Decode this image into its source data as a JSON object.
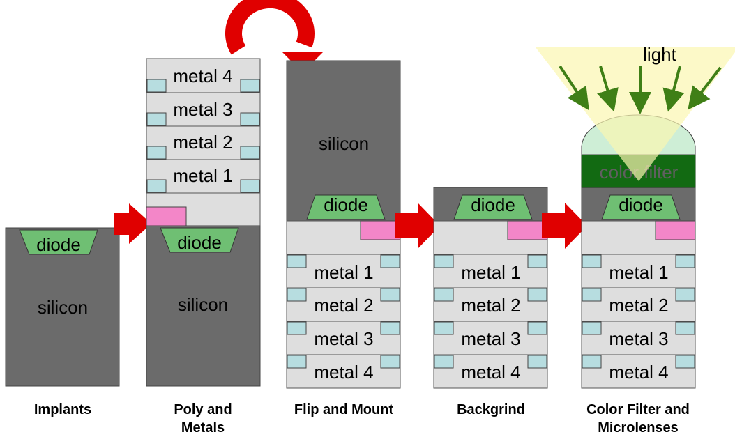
{
  "labels": {
    "silicon": "silicon",
    "diode": "diode",
    "color_filter": "color filter",
    "light": "light",
    "metal_1": "metal 1",
    "metal_2": "metal 2",
    "metal_3": "metal 3",
    "metal_4": "metal 4"
  },
  "steps": [
    {
      "line1": "Implants",
      "line2": ""
    },
    {
      "line1": "Poly and",
      "line2": "Metals"
    },
    {
      "line1": "Flip and Mount",
      "line2": ""
    },
    {
      "line1": "Backgrind",
      "line2": ""
    },
    {
      "line1": "Color Filter and",
      "line2": "Microlenses"
    }
  ],
  "colors": {
    "silicon": "#6b6b6b",
    "metal_layer": "#dedede",
    "diode": "#6fbf73",
    "contact": "#f386c8",
    "via": "#b7dde0",
    "arrow": "#e00000",
    "color_filter": "#126a12",
    "light_cone": "#fbf6b0",
    "light_arrow": "#3f7f16",
    "microlens": "#c9ecd2"
  }
}
